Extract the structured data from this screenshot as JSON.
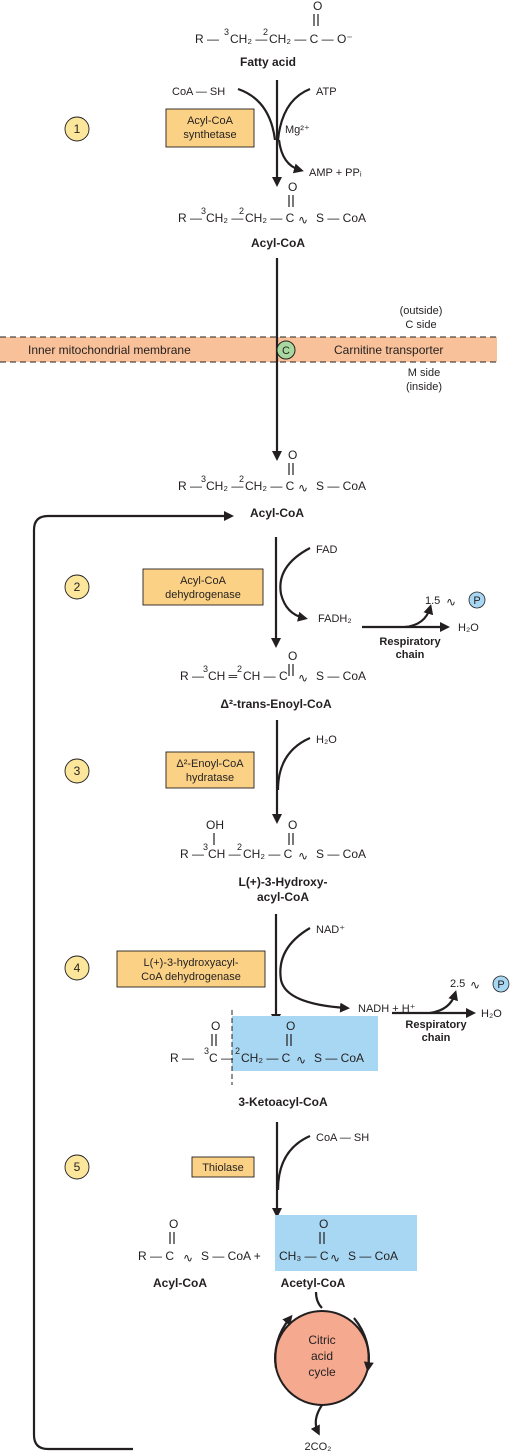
{
  "membrane": {
    "label_left": "Inner mitochondrial membrane",
    "label_right": "Carnitine transporter",
    "badge": "C",
    "outside": [
      "(outside)",
      "C side"
    ],
    "inside": [
      "M side",
      "(inside)"
    ]
  },
  "names": {
    "fatty_acid": "Fatty acid",
    "acyl_coa_1": "Acyl-CoA",
    "acyl_coa_2": "Acyl-CoA",
    "enoyl": "Δ²-trans-Enoyl-CoA",
    "hydroxy_1": "L(+)-3-Hydroxy-",
    "hydroxy_2": "acyl-CoA",
    "keto": "3-Ketoacyl-CoA",
    "acyl_final": "Acyl-CoA",
    "acetyl": "Acetyl-CoA"
  },
  "steps": [
    "1",
    "2",
    "3",
    "4",
    "5"
  ],
  "enzymes": {
    "e1": [
      "Acyl-CoA",
      "synthetase"
    ],
    "e2": [
      "Acyl-CoA",
      "dehydrogenase"
    ],
    "e3": [
      "Δ²-Enoyl-CoA",
      "hydratase"
    ],
    "e4": [
      "L(+)-3-hydroxyacyl-",
      "CoA dehydrogenase"
    ],
    "e5": [
      "Thiolase"
    ]
  },
  "cofactors": {
    "coash_1": "CoA — SH",
    "atp": "ATP",
    "mg": "Mg²⁺",
    "amp": "AMP + PPᵢ",
    "fad": "FAD",
    "fadh2": "FADH₂",
    "h2o_in": "H₂O",
    "nad": "NAD⁺",
    "nadh": "NADH + H⁺",
    "coash_2": "CoA — SH",
    "resp1": [
      "Respiratory",
      "chain"
    ],
    "resp2": [
      "Respiratory",
      "chain"
    ],
    "yield1": "1.5",
    "yield2": "2.5",
    "p_badge": "P",
    "h2o_out1": "H₂O",
    "h2o_out2": "H₂O"
  },
  "cycle": [
    "Citric",
    "acid",
    "cycle"
  ],
  "product": "2CO₂",
  "formulas": {
    "fa": [
      "R —",
      "3",
      "CH₂ —",
      "2",
      "CH₂ — C — O⁻"
    ],
    "acyl": [
      "R —",
      "3",
      "CH₂ —",
      "2",
      "CH₂ — C",
      "∿",
      "S — CoA"
    ],
    "enoyl": [
      "R —",
      "3",
      "CH ═",
      "2",
      "CH — C",
      "∿",
      "S — CoA"
    ],
    "hydroxy": [
      "R —",
      "3",
      "CH —",
      "2",
      "CH₂ — C",
      "∿",
      "S — CoA"
    ],
    "keto_left": [
      "R —",
      "3",
      "C —"
    ],
    "keto_right": [
      "2",
      "CH₂ — C",
      "∿",
      "S — CoA"
    ],
    "final_acyl": [
      "R — C",
      "∿",
      "S — CoA +"
    ],
    "final_acetyl": [
      "CH₃ — C",
      "∿",
      "S — CoA"
    ],
    "oxygen": "O",
    "oh": "OH"
  },
  "colors": {
    "membrane": "#f8c199",
    "enzyme_box": "#fbd285",
    "step_circle": "#fbe69b",
    "highlight": "#a7d7f2",
    "cycle": "#f5a98f",
    "transporter": "#a8d8a0"
  }
}
